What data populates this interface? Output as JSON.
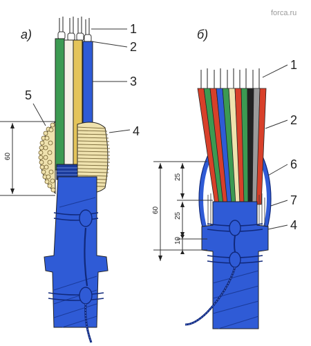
{
  "watermark": "forca.ru",
  "panel_a": {
    "title": "а)",
    "callouts": [
      "1",
      "2",
      "3",
      "4",
      "5"
    ],
    "dimension": "60"
  },
  "panel_b": {
    "title": "б)",
    "callouts": [
      "1",
      "2",
      "6",
      "7",
      "4"
    ],
    "dimensions": [
      "60",
      "25",
      "25",
      "10"
    ]
  },
  "colors": {
    "tube_blue": "#2f5bd6",
    "dark_blue": "#1a3a9a",
    "insulation_green": "#3c9a52",
    "insulation_yellow": "#e4c45a",
    "insulation_red": "#d8402a",
    "binding_cream": "#efe2ae"
  }
}
